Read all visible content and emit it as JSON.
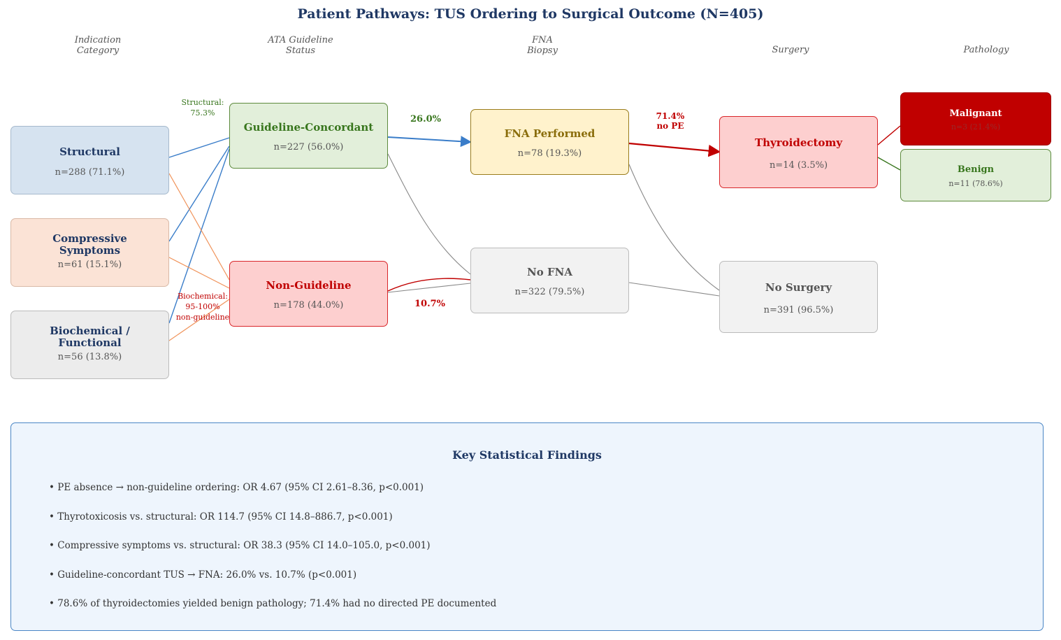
{
  "title": "Patient Pathways: TUS Ordering to Surgical Outcome (N=405)",
  "column_headers": {
    "indication": "Indication\nCategory",
    "ata": "ATA Guideline\nStatus",
    "fna": "FNA\nBiopsy",
    "surgery": "Surgery",
    "pathology": "Pathology"
  },
  "nodes": {
    "structural": {
      "title": "Structural",
      "n": "n=288 (71.1%)"
    },
    "compressive": {
      "title": "Compressive\nSymptoms",
      "n": "n=61 (15.1%)"
    },
    "biochemical": {
      "title": "Biochemical /\nFunctional",
      "n": "n=56 (13.8%)"
    },
    "concordant": {
      "title": "Guideline-Concordant",
      "n": "n=227 (56.0%)"
    },
    "nonguideline": {
      "title": "Non-Guideline",
      "n": "n=178 (44.0%)"
    },
    "fna_performed": {
      "title": "FNA Performed",
      "n": "n=78 (19.3%)"
    },
    "no_fna": {
      "title": "No FNA",
      "n": "n=322 (79.5%)"
    },
    "thyroidectomy": {
      "title": "Thyroidectomy",
      "n": "n=14 (3.5%)"
    },
    "no_surgery": {
      "title": "No Surgery",
      "n": "n=391 (96.5%)"
    },
    "malignant": {
      "title": "Malignant",
      "n": "n=3 (21.4%)"
    },
    "benign": {
      "title": "Benign",
      "n": "n=11 (78.6%)"
    }
  },
  "annotations": {
    "structural_pct": "Structural:\n75.3%",
    "biochemical_pct": "Biochemical:\n95-100%\nnon-guideline",
    "concordant_fna": "26.0%",
    "nonguideline_fna": "10.7%",
    "no_pe": "71.4%\nno PE"
  },
  "colors": {
    "navy": "#1f3864",
    "blue_link": "#3a7dc9",
    "orange_link": "#f0935a",
    "red": "#c00000",
    "green": "#38761d",
    "gray_link": "#888888"
  },
  "findings": {
    "title": "Key Statistical Findings",
    "items": [
      "• PE absence → non-guideline ordering:  OR 4.67 (95% CI 2.61–8.36, p<0.001)",
      "• Thyrotoxicosis vs. structural:  OR 114.7 (95% CI 14.8–886.7, p<0.001)",
      "• Compressive symptoms vs. structural:  OR 38.3 (95% CI 14.0–105.0, p<0.001)",
      "• Guideline-concordant TUS → FNA:  26.0% vs. 10.7%  (p<0.001)",
      "• 78.6% of thyroidectomies yielded benign pathology; 71.4% had no directed PE documented"
    ]
  }
}
